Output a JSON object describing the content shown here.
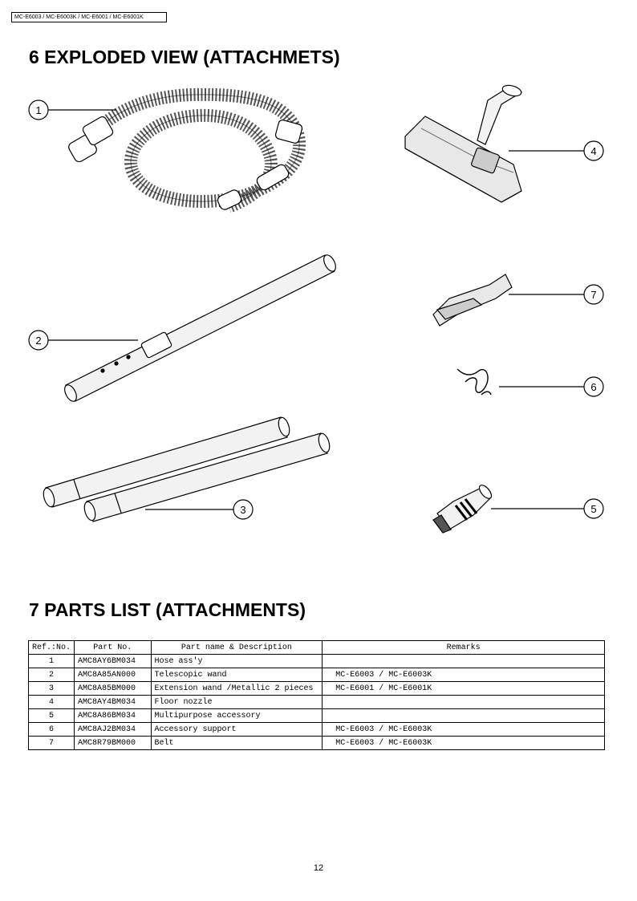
{
  "header": {
    "models": "MC-E6003 / MC-E6003K / MC-E6001 / MC-E6001K"
  },
  "section6": {
    "title": "6  EXPLODED VIEW (ATTACHMETS)"
  },
  "diagram": {
    "callouts": [
      "1",
      "2",
      "3",
      "4",
      "5",
      "6",
      "7"
    ]
  },
  "section7": {
    "title": "7  PARTS LIST (ATTACHMENTS)"
  },
  "parts_table": {
    "headers": [
      "Ref.:No.",
      "Part No.",
      "Part name & Description",
      "Remarks"
    ],
    "rows": [
      {
        "ref": "1",
        "part_no": "AMC8AY6BM034",
        "name": "Hose ass'y",
        "remarks": ""
      },
      {
        "ref": "2",
        "part_no": "AMC8A85AN000",
        "name": "Telescopic wand",
        "remarks": "MC-E6003 / MC-E6003K"
      },
      {
        "ref": "3",
        "part_no": "AMC8A85BM000",
        "name": "Extension wand /Metallic 2 pieces",
        "remarks": "MC-E6001 / MC-E6001K"
      },
      {
        "ref": "4",
        "part_no": "AMC8AY4BM034",
        "name": "Floor nozzle",
        "remarks": ""
      },
      {
        "ref": "5",
        "part_no": "AMC8A86BM034",
        "name": "Multipurpose accessory",
        "remarks": ""
      },
      {
        "ref": "6",
        "part_no": "AMC8AJ2BM034",
        "name": "Accessory support",
        "remarks": "MC-E6003 / MC-E6003K"
      },
      {
        "ref": "7",
        "part_no": "AMC8R79BM000",
        "name": "Belt",
        "remarks": "MC-E6003 / MC-E6003K"
      }
    ]
  },
  "footer": {
    "page_number": "12"
  }
}
